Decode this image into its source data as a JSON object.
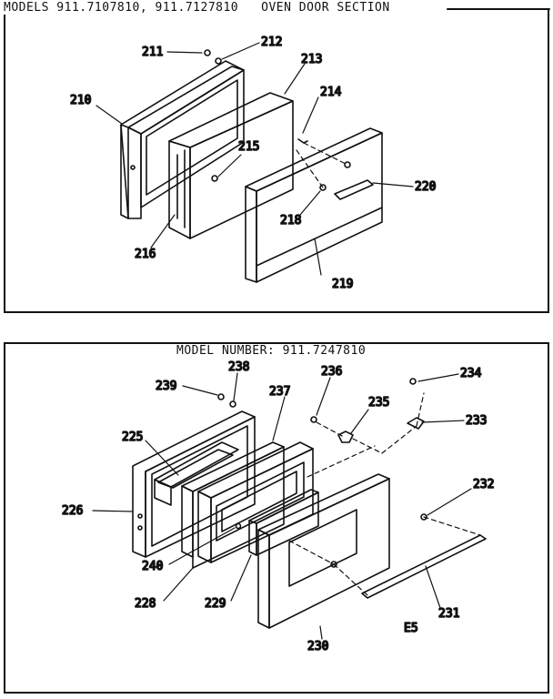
{
  "header_top": {
    "models": "MODELS 911.7107810, 911.7127810",
    "section": "OVEN DOOR SECTION"
  },
  "header_bottom": {
    "model_number": "MODEL NUMBER: 911.7247810"
  },
  "parts_top": [
    "211",
    "212",
    "213",
    "214",
    "210",
    "215",
    "220",
    "218",
    "216",
    "219"
  ],
  "parts_bottom": [
    "239",
    "238",
    "236",
    "234",
    "237",
    "235",
    "233",
    "225",
    "232",
    "226",
    "240",
    "228",
    "229",
    "231",
    "230"
  ],
  "footer_code": "E5"
}
